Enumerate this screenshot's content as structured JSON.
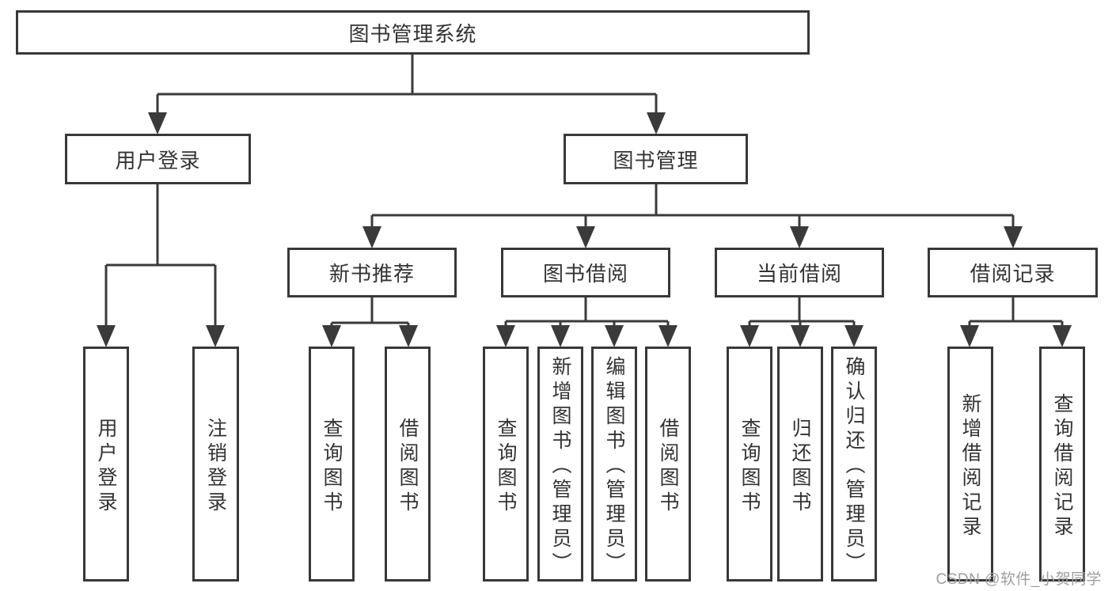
{
  "diagram": {
    "title": "图书管理系统",
    "root": "图书管理系统",
    "user_login": "用户登录",
    "book_management": "图书管理",
    "user_login_children": {
      "login": "用户登录",
      "logout": "注销登录"
    },
    "new_book_recommend": "新书推荐",
    "book_borrow": "图书借阅",
    "current_borrow": "当前借阅",
    "borrow_records": "借阅记录",
    "nb": {
      "query": "查询图书",
      "borrow": "借阅图书"
    },
    "bb": {
      "query": "查询图书",
      "add": "新增图书（管理员）",
      "edit": "编辑图书（管理员）",
      "borrow": "借阅图书"
    },
    "cb": {
      "query": "查询图书",
      "return": "归还图书",
      "confirm": "确认归还（管理员）"
    },
    "br": {
      "add": "新增借阅记录",
      "query": "查询借阅记录"
    }
  },
  "watermark": "CSDN @软件_小贺同学",
  "colors": {
    "line": "#3a3a3a",
    "box_border": "#383838",
    "text": "#333333",
    "watermark": "#9e9e9e",
    "background": "#ffffff"
  }
}
